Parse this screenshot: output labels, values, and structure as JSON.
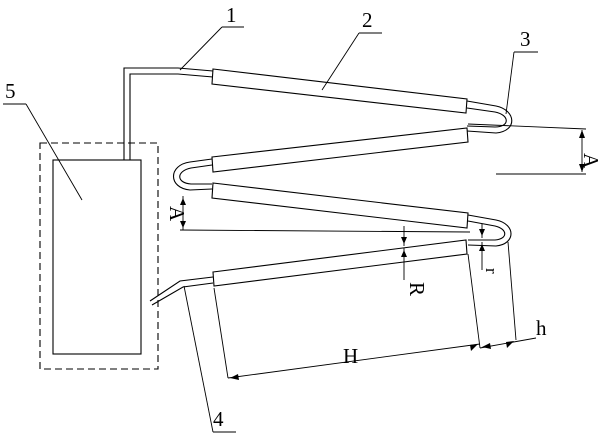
{
  "labels": {
    "part_1": "1",
    "part_2": "2",
    "part_3": "3",
    "part_4": "4",
    "part_5": "5",
    "dim_A_upper": "A",
    "dim_A_lower": "A",
    "dim_R": "R",
    "dim_r": "r",
    "dim_H": "H",
    "dim_h": "h"
  }
}
